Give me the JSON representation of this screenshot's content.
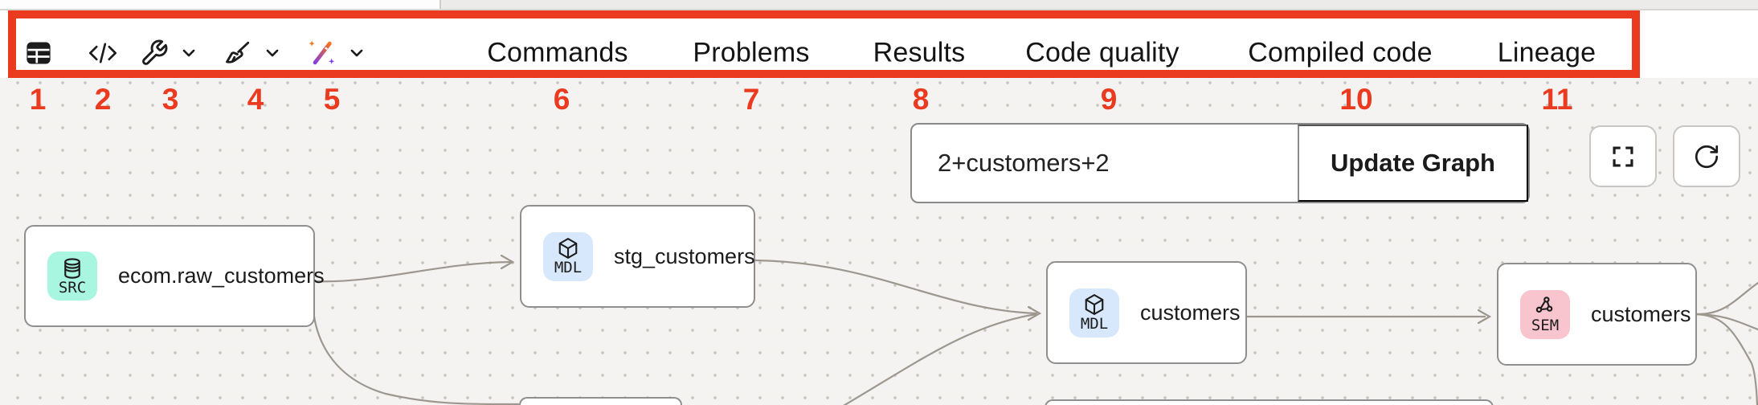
{
  "annotations": {
    "highlight_color": "#ea3a1f",
    "numbers": [
      "1",
      "2",
      "3",
      "4",
      "5",
      "6",
      "7",
      "8",
      "9",
      "10",
      "11"
    ]
  },
  "toolbar": {
    "icons": [
      {
        "name": "table-icon"
      },
      {
        "name": "code-icon"
      },
      {
        "name": "wrench-icon",
        "has_dropdown": true
      },
      {
        "name": "broom-icon",
        "has_dropdown": true
      },
      {
        "name": "magic-wand-icon",
        "has_dropdown": true
      }
    ],
    "tabs": [
      {
        "label": "Commands"
      },
      {
        "label": "Problems"
      },
      {
        "label": "Results"
      },
      {
        "label": "Code quality"
      },
      {
        "label": "Compiled code"
      },
      {
        "label": "Lineage"
      }
    ]
  },
  "lineage": {
    "filter_value": "2+customers+2",
    "update_button_label": "Update Graph",
    "colors": {
      "src_badge": "#a9f6e0",
      "mdl_badge": "#d8e8fc",
      "sem_badge": "#f8c5cf"
    },
    "nodes": [
      {
        "type": "SRC",
        "title": "ecom.raw_customers",
        "icon": "database"
      },
      {
        "type": "MDL",
        "title": "stg_customers",
        "icon": "cube"
      },
      {
        "type": "MDL",
        "title": "customers",
        "icon": "cube"
      },
      {
        "type": "SEM",
        "title": "customers",
        "icon": "semantic-graph"
      }
    ]
  }
}
